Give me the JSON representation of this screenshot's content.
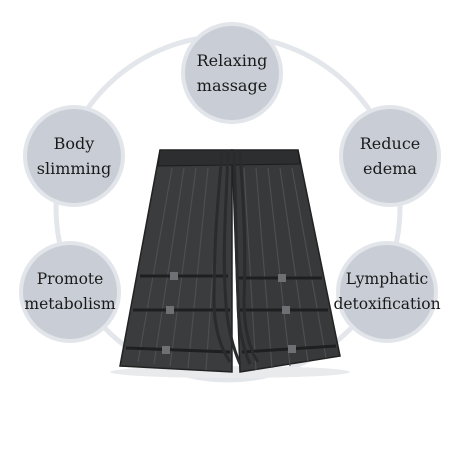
{
  "benefits": [
    {
      "label": "Relaxing\nmassage"
    },
    {
      "label": "Body\nslimming"
    },
    {
      "label": "Reduce\nedema"
    },
    {
      "label": "Promote\nmetabolism"
    },
    {
      "label": "Lymphatic\ndetoxification"
    }
  ],
  "colors": {
    "bubble": "#c9ced6",
    "ring": "#e2e5ea",
    "garment": "#3a3b3d"
  }
}
